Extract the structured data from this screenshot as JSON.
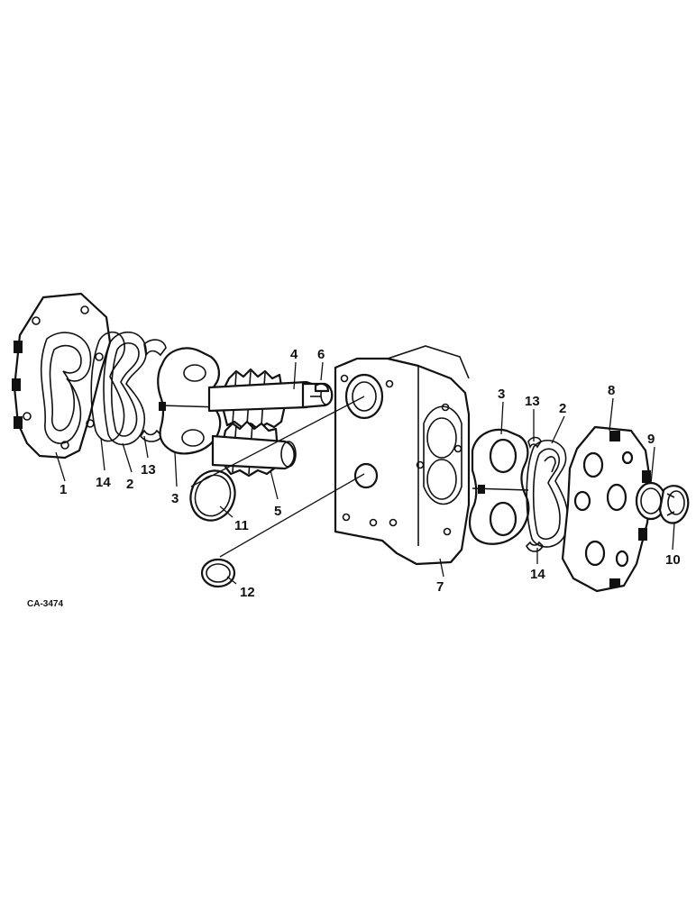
{
  "figure_code": "CA-3474",
  "callouts": {
    "c1": "1",
    "c14a": "14",
    "c2a": "2",
    "c13a": "13",
    "c3a": "3",
    "c11": "11",
    "c5": "5",
    "c4": "4",
    "c6": "6",
    "c12": "12",
    "c7": "7",
    "c3b": "3",
    "c13b": "13",
    "c2b": "2",
    "c14b": "14",
    "c8": "8",
    "c9": "9",
    "c10": "10"
  }
}
